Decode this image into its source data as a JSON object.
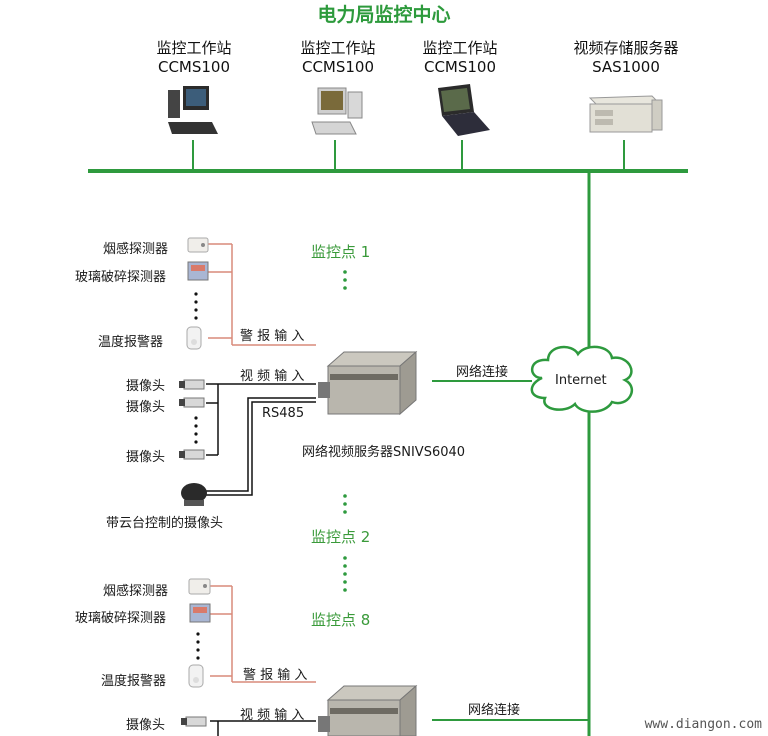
{
  "title": "电力局监控中心",
  "center": {
    "stations": [
      {
        "name": "监控工作站",
        "model": "CCMS100",
        "icon": "desktop-computer-icon"
      },
      {
        "name": "监控工作站",
        "model": "CCMS100",
        "icon": "workstation-computer-icon"
      },
      {
        "name": "监控工作站",
        "model": "CCMS100",
        "icon": "laptop-computer-icon"
      },
      {
        "name": "视频存储服务器",
        "model": "SAS1000",
        "icon": "rack-server-icon"
      }
    ]
  },
  "network": {
    "cloud_label": "Internet",
    "link_label_1": "网络连接",
    "link_label_2": "网络连接"
  },
  "site1": {
    "name": "监控点 1",
    "smoke": "烟感探测器",
    "glass": "玻璃破碎探测器",
    "temp": "温度报警器",
    "alarm_input": "警 报 输 入",
    "video_input": "视 频 输 入",
    "cam1": "摄像头",
    "cam2": "摄像头",
    "cam3": "摄像头",
    "rs485": "RS485",
    "ptz": "带云台控制的摄像头",
    "server": "网络视频服务器SNIVS6040"
  },
  "site2": {
    "name": "监控点 2"
  },
  "site8": {
    "name": "监控点 8",
    "smoke": "烟感探测器",
    "glass": "玻璃破碎探测器",
    "temp": "温度报警器",
    "alarm_input": "警 报 输 入",
    "video_input": "视 频 输 入",
    "cam1": "摄像头"
  },
  "watermark": "www.diangon.com",
  "colors": {
    "green": "#2e9a3e",
    "red": "#d98a7a",
    "black": "#111111"
  }
}
